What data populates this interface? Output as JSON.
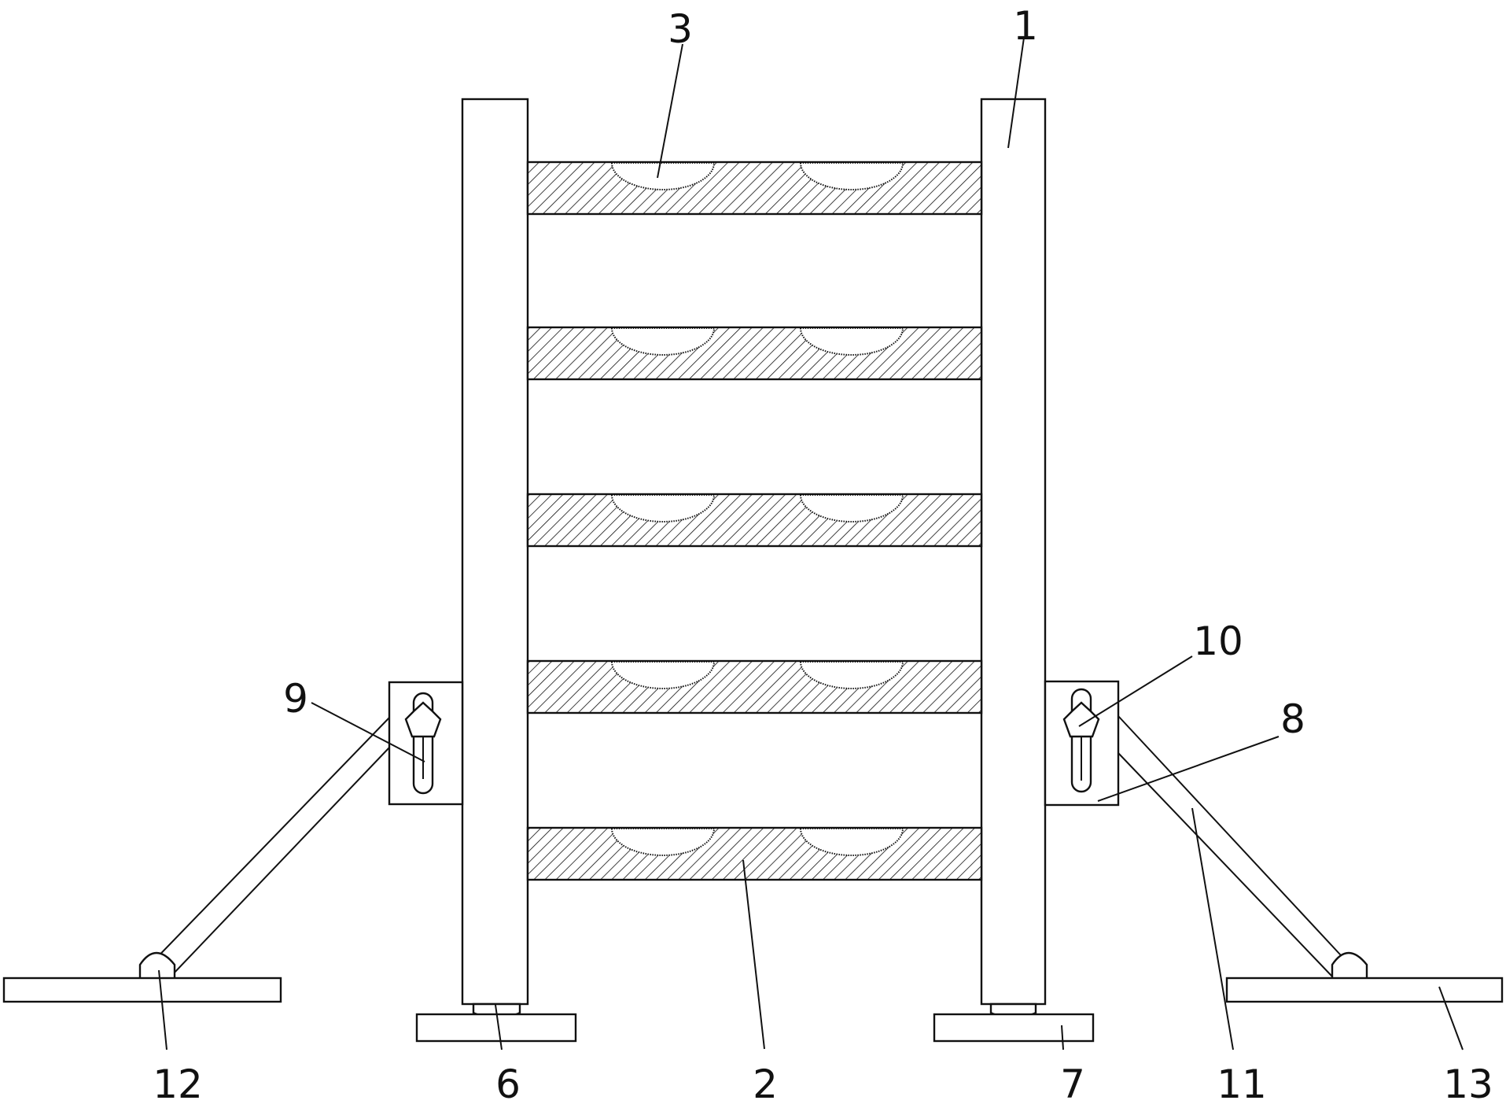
{
  "labels": {
    "l1": "1",
    "l2": "2",
    "l3": "3",
    "l6": "6",
    "l7": "7",
    "l8": "8",
    "l9": "9",
    "l10": "10",
    "l11": "11",
    "l12": "12",
    "l13": "13"
  },
  "colors": {
    "line": "#111111",
    "background": "#ffffff"
  }
}
